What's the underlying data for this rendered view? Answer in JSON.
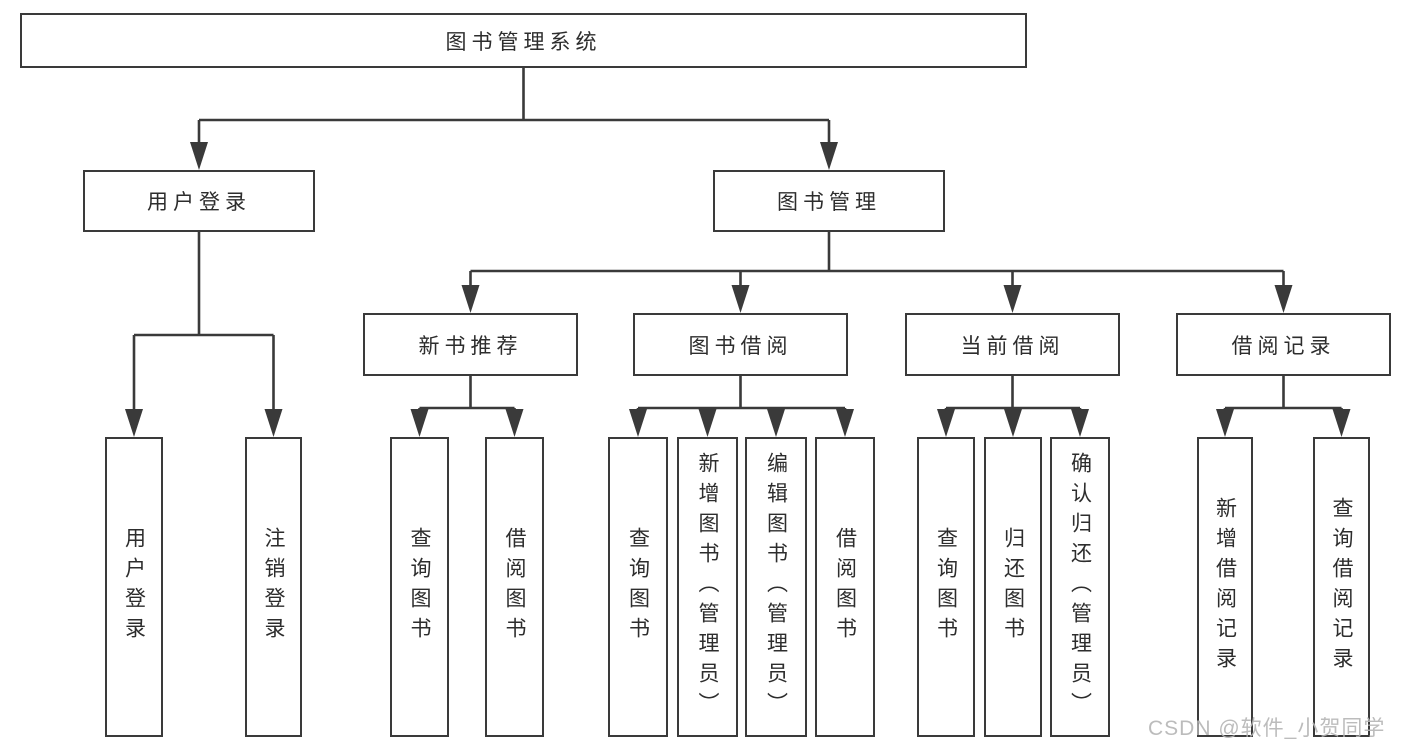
{
  "colors": {
    "background": "#ffffff",
    "line": "#3a3a3a",
    "text": "#2d2d2d",
    "watermark": "#b5b5b5"
  },
  "root": {
    "label": "图书管理系统"
  },
  "branches": {
    "user_login": {
      "label": "用户登录",
      "children": [
        {
          "label": "用户登录"
        },
        {
          "label": "注销登录"
        }
      ]
    },
    "book_management": {
      "label": "图书管理",
      "children": [
        {
          "label": "新书推荐",
          "children": [
            {
              "label": "查询图书"
            },
            {
              "label": "借阅图书"
            }
          ]
        },
        {
          "label": "图书借阅",
          "children": [
            {
              "label": "查询图书"
            },
            {
              "label": "新增图书（管理员）"
            },
            {
              "label": "编辑图书（管理员）"
            },
            {
              "label": "借阅图书"
            }
          ]
        },
        {
          "label": "当前借阅",
          "children": [
            {
              "label": "查询图书"
            },
            {
              "label": "归还图书"
            },
            {
              "label": "确认归还（管理员）"
            }
          ]
        },
        {
          "label": "借阅记录",
          "children": [
            {
              "label": "新增借阅记录"
            },
            {
              "label": "查询借阅记录"
            }
          ]
        }
      ]
    }
  },
  "watermark": {
    "text": "CSDN @软件_小贺同学"
  }
}
